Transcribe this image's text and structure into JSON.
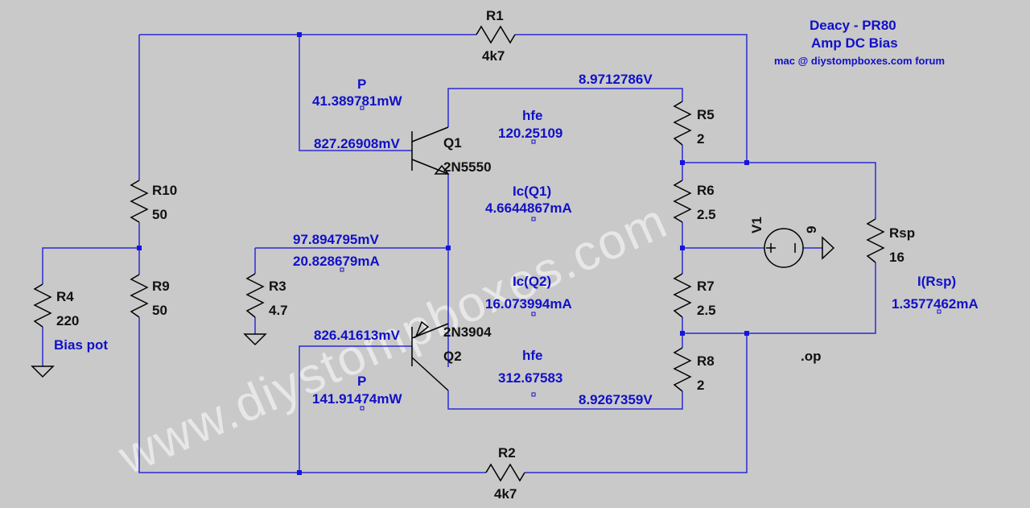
{
  "title": {
    "line1": "Deacy - PR80",
    "line2": "Amp DC Bias",
    "credit": "mac  @  diystompboxes.com  forum"
  },
  "watermark": "www.diystompboxes.com",
  "colors": {
    "background": "#c9c9c9",
    "wire": "#2a2ad6",
    "annotation": "#1010c8",
    "component": "#000000"
  },
  "components": {
    "R1": {
      "name": "R1",
      "value": "4k7"
    },
    "R2": {
      "name": "R2",
      "value": "4k7"
    },
    "R3": {
      "name": "R3",
      "value": "4.7"
    },
    "R4": {
      "name": "R4",
      "value": "220",
      "note": "Bias pot"
    },
    "R5": {
      "name": "R5",
      "value": "2"
    },
    "R6": {
      "name": "R6",
      "value": "2.5"
    },
    "R7": {
      "name": "R7",
      "value": "2.5"
    },
    "R8": {
      "name": "R8",
      "value": "2"
    },
    "R9": {
      "name": "R9",
      "value": "50"
    },
    "R10": {
      "name": "R10",
      "value": "50"
    },
    "Rsp": {
      "name": "Rsp",
      "value": "16"
    },
    "Q1": {
      "name": "Q1",
      "model": "2N5550"
    },
    "Q2": {
      "name": "Q2",
      "model": "2N3904"
    },
    "V1": {
      "name": "V1",
      "value": "9"
    }
  },
  "readouts": {
    "p_q1_label": "P",
    "p_q1": "41.389781mW",
    "v_q1_base": "827.26908mV",
    "v_top": "8.9712786V",
    "hfe_q1_label": "hfe",
    "hfe_q1": "120.25109",
    "ic_q1_label": "Ic(Q1)",
    "ic_q1": "4.6644867mA",
    "v_emitters": "97.894795mV",
    "i_r3": "20.828679mA",
    "ic_q2_label": "Ic(Q2)",
    "ic_q2": "16.073994mA",
    "v_q2_base": "826.41613mV",
    "hfe_q2_label": "hfe",
    "hfe_q2": "312.67583",
    "p_q2_label": "P",
    "p_q2": "141.91474mW",
    "v_bottom": "8.9267359V",
    "i_rsp_label": "I(Rsp)",
    "i_rsp": "1.3577462mA",
    "directive": ".op"
  }
}
